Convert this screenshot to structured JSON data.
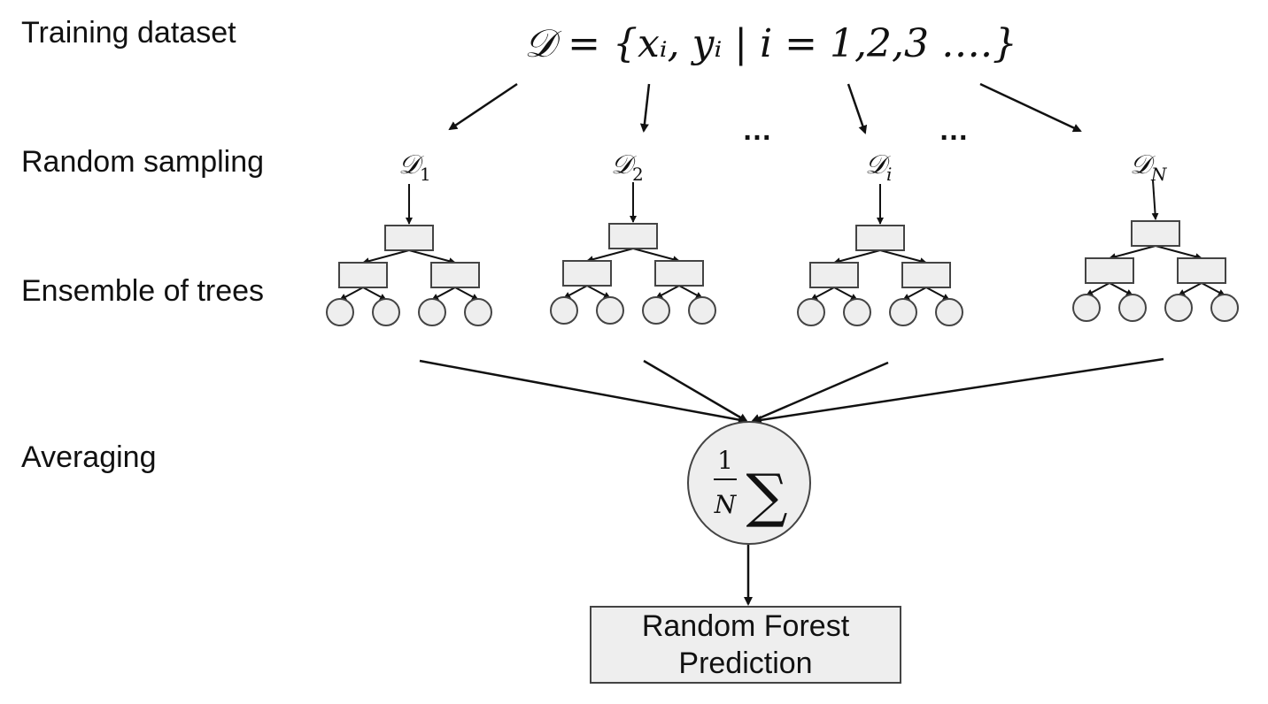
{
  "stages": {
    "training": "Training dataset",
    "sampling": "Random sampling",
    "ensemble": "Ensemble of trees",
    "averaging": "Averaging"
  },
  "formula": {
    "dataset": "𝒟 = {xᵢ, yᵢ | i = 1,2,3 ….}"
  },
  "subsets": [
    {
      "base": "𝒟",
      "sub": "1"
    },
    {
      "base": "𝒟",
      "sub": "2"
    },
    {
      "base": "𝒟",
      "sub": "i"
    },
    {
      "base": "𝒟",
      "sub": "N"
    }
  ],
  "ellipsis": "…",
  "aggregator": {
    "numerator": "1",
    "denominator": "N",
    "symbol": "∑"
  },
  "output": {
    "line1": "Random Forest",
    "line2": "Prediction"
  }
}
